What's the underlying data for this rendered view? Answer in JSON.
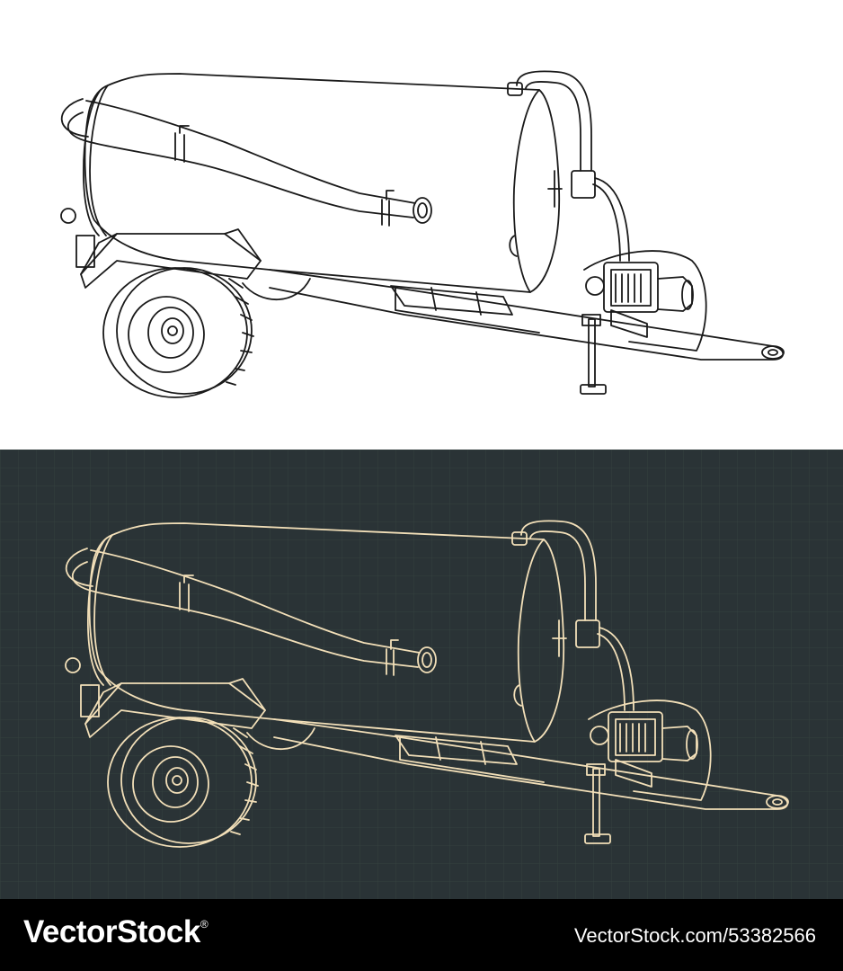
{
  "image": {
    "subject": "Vacuum tanker trailer technical drawings",
    "views": [
      {
        "name": "line-drawing",
        "background": "#ffffff",
        "stroke": "#1a1a1a"
      },
      {
        "name": "blueprint-drawing",
        "background": "#2a3336",
        "stroke": "#f2dfb8",
        "grid": true
      }
    ]
  },
  "footer": {
    "brand": "VectorStock",
    "trademark": "®",
    "image_id": "VectorStock.com/53382566",
    "background": "#000000",
    "text_color": "#ffffff"
  }
}
